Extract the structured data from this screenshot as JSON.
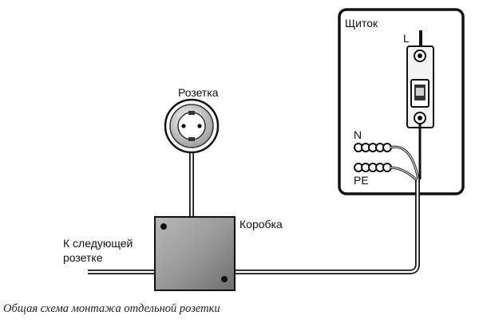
{
  "labels": {
    "panel": "Щиток",
    "line": "L",
    "neutral": "N",
    "ground": "PE",
    "socket": "Розетка",
    "box": "Коробка",
    "next_socket_line1": "К следующей",
    "next_socket_line2": "розетке"
  },
  "caption": "Общая схема монтажа отдельной розетки",
  "colors": {
    "outline": "#111111",
    "box_fill": "#9a9a9a",
    "wire_fill": "#ffffff",
    "breaker_fill": "#e8e8e8"
  },
  "icons": {
    "panel": "distribution-panel-icon",
    "breaker": "circuit-breaker-icon",
    "socket": "power-socket-icon",
    "box": "junction-box-icon"
  }
}
